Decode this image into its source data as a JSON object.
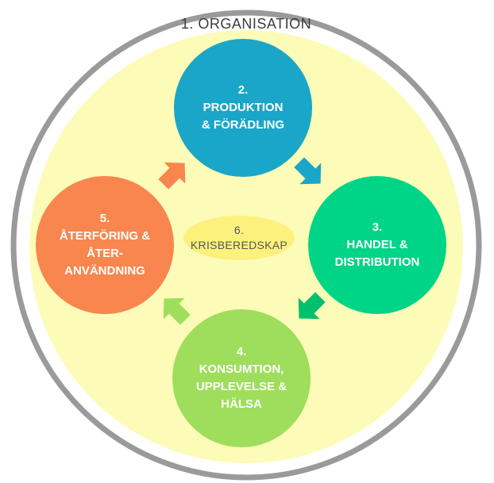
{
  "diagram": {
    "outer_label": "1. ORGANISATION",
    "nodes": [
      {
        "id": "2",
        "lines": [
          "2.",
          "PRODUKTION",
          "& FÖRÄDLING"
        ],
        "color": "#1aa6c8"
      },
      {
        "id": "3",
        "lines": [
          "3.",
          "HANDEL &",
          "DISTRIBUTION"
        ],
        "color": "#00d486"
      },
      {
        "id": "4",
        "lines": [
          "4.",
          "KONSUMTION,",
          "UPPLEVELSE &",
          "HÄLSA"
        ],
        "color": "#9ede5c"
      },
      {
        "id": "5",
        "lines": [
          "5.",
          "ÅTERFÖRING &",
          "ÅTER-",
          "ANVÄNDNING"
        ],
        "color": "#f8864e"
      }
    ],
    "center": {
      "lines": [
        "6.",
        "KRISBEREDSKAP"
      ],
      "color": "#fbf17c"
    },
    "colors": {
      "background_circle": "#fdfbb8",
      "outer_ring": "#9a9a9a",
      "arrow_2_to_3": "#1aa6c8",
      "arrow_3_to_4": "#00c070",
      "arrow_4_to_5": "#9ede5c",
      "arrow_5_to_2": "#f8864e"
    }
  }
}
